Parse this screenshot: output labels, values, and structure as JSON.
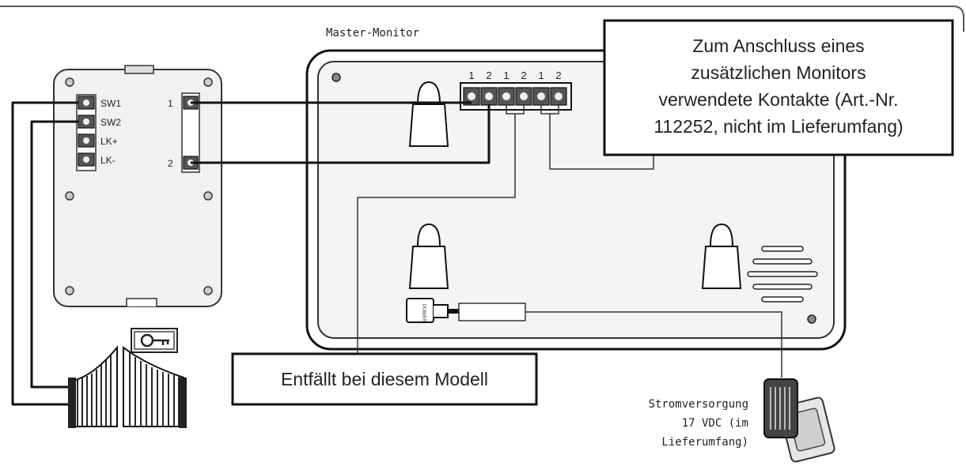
{
  "labels": {
    "master_monitor": "Master-Monitor",
    "callout_top": [
      "Zum Anschluss eines",
      "zusätzlichen Monitors",
      "verwendete Kontakte (Art.-Nr.",
      "112252, nicht im Lieferumfang)"
    ],
    "callout_bottom": "Entfällt bei diesem Modell",
    "power_supply": [
      "Stromversorgung",
      "17 VDC (im",
      "Lieferumfang)"
    ],
    "power_plug_text": "POWER"
  },
  "outdoor_unit": {
    "left_terminals": [
      "SW1",
      "SW2",
      "LK+",
      "LK-"
    ],
    "right_terminals": [
      "1",
      "2"
    ]
  },
  "monitor_terminals": [
    "1",
    "2",
    "1",
    "2",
    "1",
    "2"
  ]
}
